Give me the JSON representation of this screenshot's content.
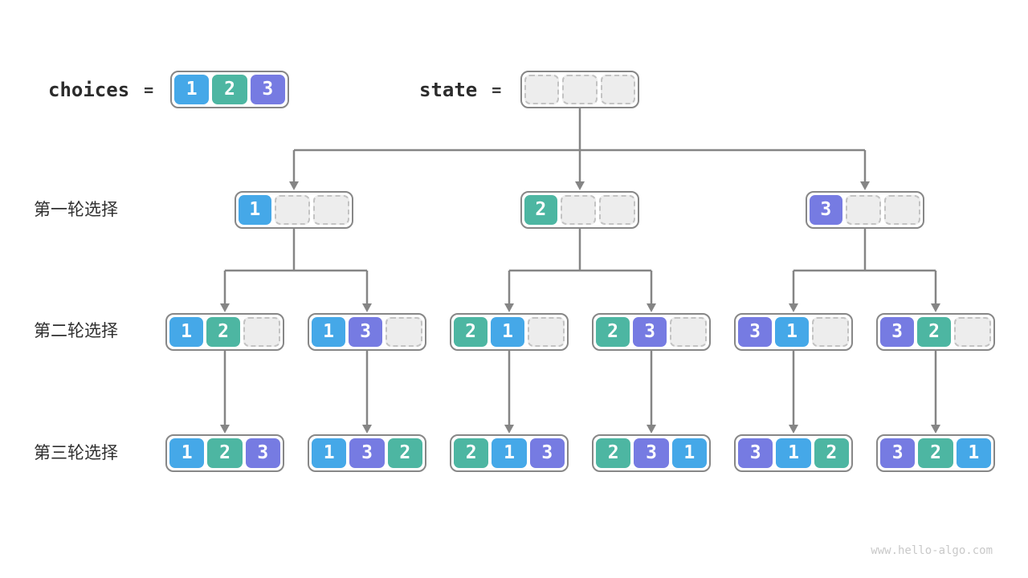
{
  "header": {
    "choices_label": "choices",
    "choices_equals": "=",
    "choices_cells": [
      "1",
      "2",
      "3"
    ],
    "state_label": "state",
    "state_equals": "=",
    "state_cells": [
      "",
      "",
      ""
    ]
  },
  "rows": [
    {
      "label": "第一轮选择",
      "boxes": [
        [
          "1",
          "",
          ""
        ],
        [
          "2",
          "",
          ""
        ],
        [
          "3",
          "",
          ""
        ]
      ]
    },
    {
      "label": "第二轮选择",
      "boxes": [
        [
          "1",
          "2",
          ""
        ],
        [
          "1",
          "3",
          ""
        ],
        [
          "2",
          "1",
          ""
        ],
        [
          "2",
          "3",
          ""
        ],
        [
          "3",
          "1",
          ""
        ],
        [
          "3",
          "2",
          ""
        ]
      ]
    },
    {
      "label": "第三轮选择",
      "boxes": [
        [
          "1",
          "2",
          "3"
        ],
        [
          "1",
          "3",
          "2"
        ],
        [
          "2",
          "1",
          "3"
        ],
        [
          "2",
          "3",
          "1"
        ],
        [
          "3",
          "1",
          "2"
        ],
        [
          "3",
          "2",
          "1"
        ]
      ]
    }
  ],
  "colors": {
    "1": "#45A8E8",
    "2": "#4DB6A2",
    "3": "#767BE2",
    "empty_fill": "#EDEDED",
    "empty_border": "#C3C3C3",
    "box_border": "#878787",
    "arrow": "#858585"
  },
  "watermark": "www.hello-algo.com"
}
